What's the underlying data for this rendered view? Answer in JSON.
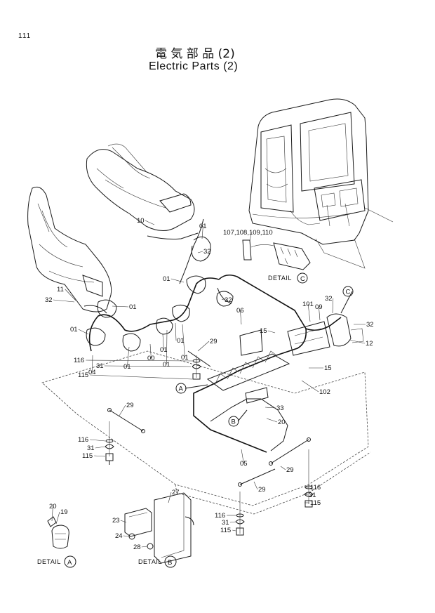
{
  "page_number": "111",
  "title_jp": "電 気 部 品 (2)",
  "title_en": "Electric Parts (2)",
  "details": {
    "a": {
      "word": "DETAIL",
      "letter": "A"
    },
    "b": {
      "word": "DETAIL",
      "letter": "B"
    },
    "c": {
      "word": "DETAIL",
      "letter": "C"
    }
  },
  "callout_letters": [
    "A",
    "B",
    "C"
  ],
  "part_labels": [
    "01",
    "01",
    "01",
    "01",
    "01",
    "01",
    "01",
    "01",
    "01",
    "04",
    "05",
    "06",
    "09",
    "10",
    "11",
    "12",
    "15",
    "15",
    "20",
    "20",
    "19",
    "23",
    "24",
    "27",
    "28",
    "29",
    "29",
    "29",
    "29",
    "31",
    "31",
    "31",
    "31",
    "32",
    "32",
    "32",
    "32",
    "32",
    "33",
    "00",
    "101",
    "102",
    "107,108,109,110",
    "116",
    "116",
    "116",
    "116",
    "115",
    "115",
    "115",
    "115"
  ]
}
